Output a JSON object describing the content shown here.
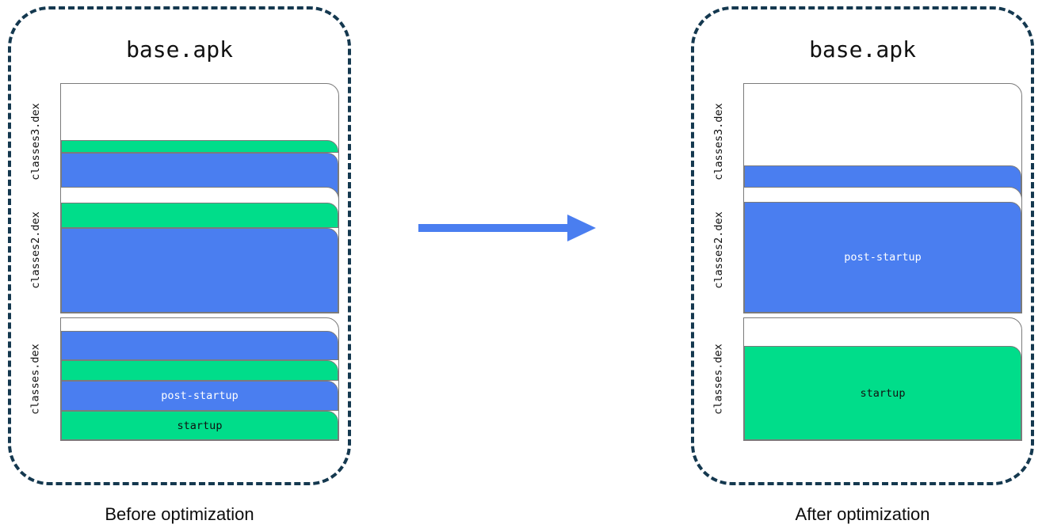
{
  "diagram": {
    "title_before": "Before optimization",
    "title_after": "After optimization",
    "arrow": {
      "name": "right-arrow",
      "color": "#4a7ef0"
    },
    "colors": {
      "startup": "#00dd8a",
      "post_startup": "#4a7ef0",
      "empty": "#ffffff",
      "outline": "#7b7b7b",
      "panel_border": "#14384f"
    },
    "legend_terms": {
      "startup": "startup",
      "post_startup": "post-startup"
    }
  },
  "panels": [
    {
      "id": "before",
      "apk_name": "base.apk",
      "caption": "Before optimization",
      "dex_files": [
        {
          "label": "classes3.dex",
          "segments": [
            {
              "kind": "empty",
              "text": ""
            },
            {
              "kind": "startup",
              "text": ""
            },
            {
              "kind": "post-startup",
              "text": ""
            }
          ]
        },
        {
          "label": "classes2.dex",
          "segments": [
            {
              "kind": "empty",
              "text": ""
            },
            {
              "kind": "startup",
              "text": ""
            },
            {
              "kind": "post-startup",
              "text": ""
            }
          ]
        },
        {
          "label": "classes.dex",
          "segments": [
            {
              "kind": "empty",
              "text": ""
            },
            {
              "kind": "post-startup",
              "text": ""
            },
            {
              "kind": "startup",
              "text": ""
            },
            {
              "kind": "post-startup",
              "text": "post-startup"
            },
            {
              "kind": "startup",
              "text": "startup"
            }
          ]
        }
      ]
    },
    {
      "id": "after",
      "apk_name": "base.apk",
      "caption": "After optimization",
      "dex_files": [
        {
          "label": "classes3.dex",
          "segments": [
            {
              "kind": "empty",
              "text": ""
            },
            {
              "kind": "post-startup",
              "text": ""
            }
          ]
        },
        {
          "label": "classes2.dex",
          "segments": [
            {
              "kind": "empty",
              "text": ""
            },
            {
              "kind": "post-startup",
              "text": "post-startup"
            }
          ]
        },
        {
          "label": "classes.dex",
          "segments": [
            {
              "kind": "empty",
              "text": ""
            },
            {
              "kind": "startup",
              "text": "startup"
            }
          ]
        }
      ]
    }
  ]
}
